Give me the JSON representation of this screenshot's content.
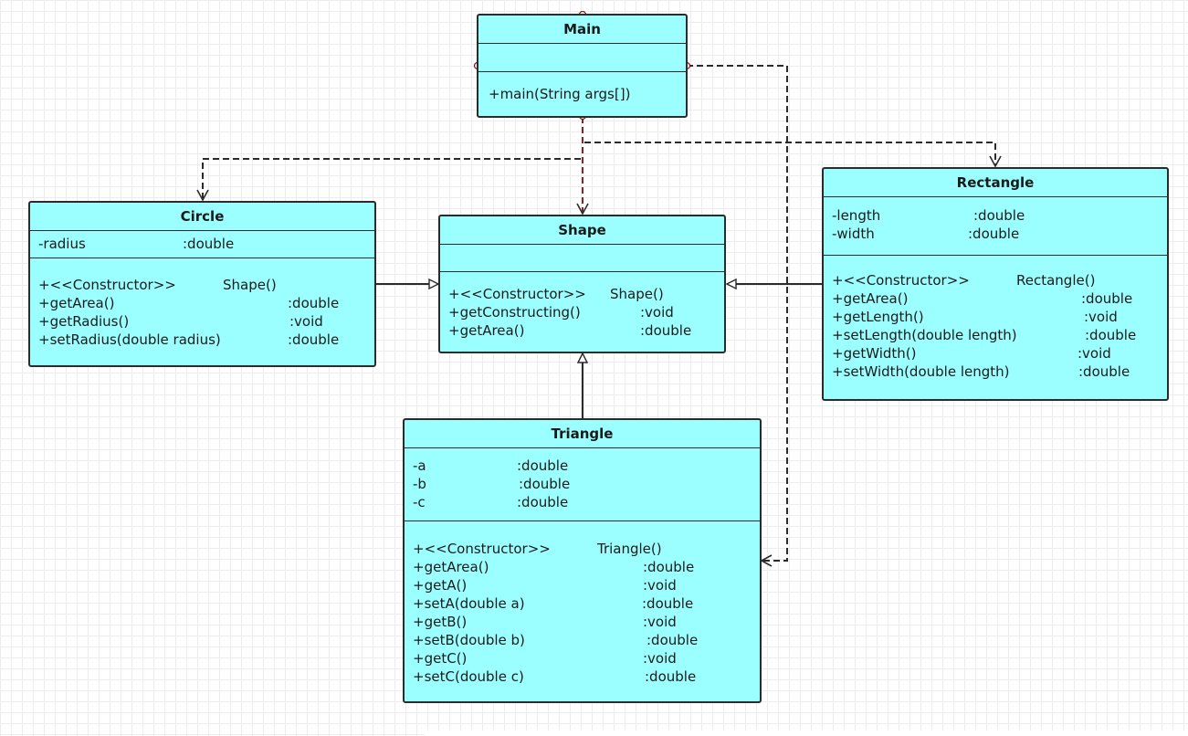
{
  "classes": {
    "main": {
      "name": "Main",
      "attributes": [],
      "operations": [
        {
          "name": "+main(String args[])",
          "type": ""
        }
      ]
    },
    "circle": {
      "name": "Circle",
      "attributes": [
        {
          "name": "-radius",
          "type": ":double"
        }
      ],
      "operations": [
        {
          "name": "+<<Constructor>>",
          "type": "Shape()"
        },
        {
          "name": "+getArea()",
          "type": ":double"
        },
        {
          "name": "+getRadius()",
          "type": ":void"
        },
        {
          "name": "+setRadius(double radius)",
          "type": ":double"
        }
      ]
    },
    "shape": {
      "name": "Shape",
      "attributes": [],
      "operations": [
        {
          "name": "+<<Constructor>>",
          "type": "Shape()"
        },
        {
          "name": "+getConstructing()",
          "type": ":void"
        },
        {
          "name": "+getArea()",
          "type": ":double"
        }
      ]
    },
    "rectangle": {
      "name": "Rectangle",
      "attributes": [
        {
          "name": "-length",
          "type": ":double"
        },
        {
          "name": "-width",
          "type": ":double"
        }
      ],
      "operations": [
        {
          "name": "+<<Constructor>>",
          "type": "Rectangle()"
        },
        {
          "name": "+getArea()",
          "type": ":double"
        },
        {
          "name": "+getLength()",
          "type": ":void"
        },
        {
          "name": "+setLength(double length)",
          "type": ":double"
        },
        {
          "name": "+getWidth()",
          "type": ":void"
        },
        {
          "name": "+setWidth(double length)",
          "type": ":double"
        }
      ]
    },
    "triangle": {
      "name": "Triangle",
      "attributes": [
        {
          "name": "-a",
          "type": ":double"
        },
        {
          "name": "-b",
          "type": ":double"
        },
        {
          "name": "-c",
          "type": ":double"
        }
      ],
      "operations": [
        {
          "name": "+<<Constructor>>",
          "type": "Triangle()"
        },
        {
          "name": "+getArea()",
          "type": ":double"
        },
        {
          "name": "+getA()",
          "type": ":void"
        },
        {
          "name": "+setA(double a)",
          "type": ":double"
        },
        {
          "name": "+getB()",
          "type": ":void"
        },
        {
          "name": "+setB(double b)",
          "type": ":double"
        },
        {
          "name": "+getC()",
          "type": ":void"
        },
        {
          "name": "+setC(double c)",
          "type": ":double"
        }
      ]
    }
  },
  "relationships": [
    {
      "from": "Circle",
      "to": "Shape",
      "kind": "generalization"
    },
    {
      "from": "Rectangle",
      "to": "Shape",
      "kind": "generalization"
    },
    {
      "from": "Triangle",
      "to": "Shape",
      "kind": "generalization"
    },
    {
      "from": "Main",
      "to": "Shape",
      "kind": "dependency"
    },
    {
      "from": "Main",
      "to": "Circle",
      "kind": "dependency"
    },
    {
      "from": "Main",
      "to": "Rectangle",
      "kind": "dependency"
    },
    {
      "from": "Main",
      "to": "Triangle",
      "kind": "dependency"
    }
  ],
  "colors": {
    "class_fill": "#9bffff",
    "border": "#2b2b2b",
    "dependency_marker": "#8b1a1a"
  }
}
